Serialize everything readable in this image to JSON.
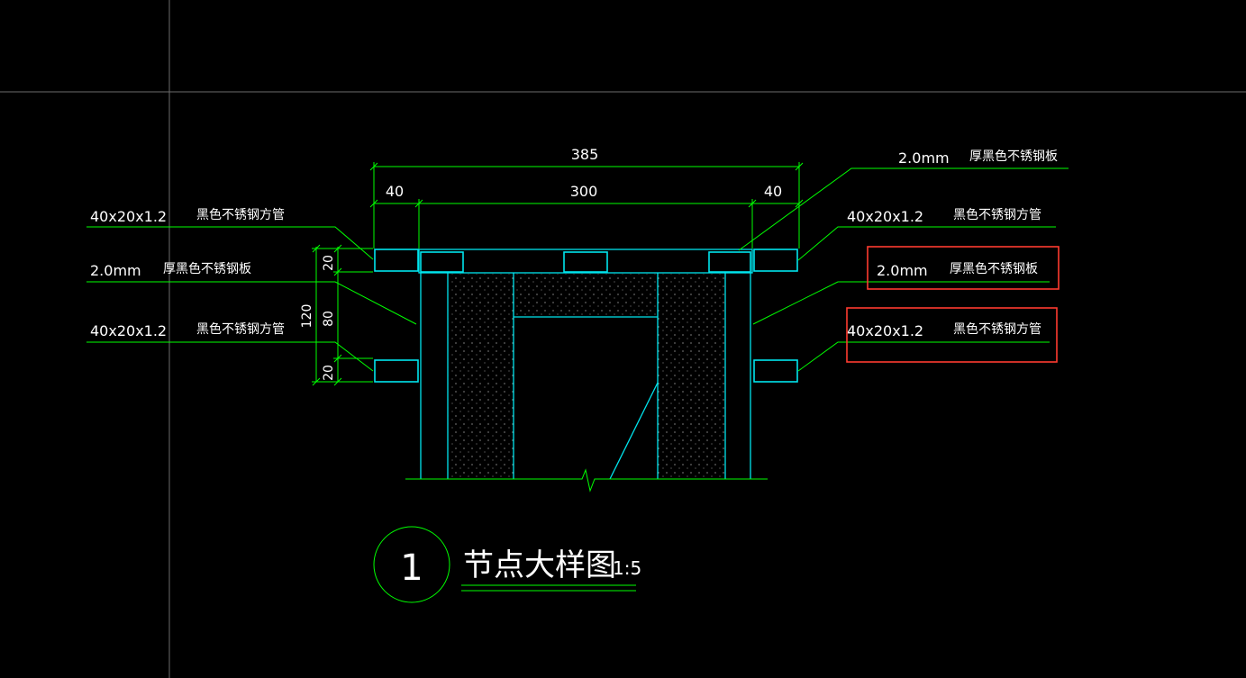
{
  "title": {
    "number": "1",
    "text": "节点大样图",
    "scale": "1:5"
  },
  "dimensions": {
    "overall": "385",
    "left": "40",
    "middle": "300",
    "right": "40",
    "side_top": "20",
    "side_mid": "80",
    "side_bottom": "20",
    "side_total": "120"
  },
  "labels": {
    "left_top_spec": "40x20x1.2",
    "left_top_desc": "黑色不锈钢方管",
    "left_mid_spec": "2.0mm",
    "left_mid_desc": "厚黑色不锈钢板",
    "left_bot_spec": "40x20x1.2",
    "left_bot_desc": "黑色不锈钢方管",
    "right_top_spec": "2.0mm",
    "right_top_desc": "厚黑色不锈钢板",
    "right_2_spec": "40x20x1.2",
    "right_2_desc": "黑色不锈钢方管",
    "right_3_spec": "2.0mm",
    "right_3_desc": "厚黑色不锈钢板",
    "right_4_spec": "40x20x1.2",
    "right_4_desc": "黑色不锈钢方管"
  },
  "colors": {
    "background": "#000000",
    "leader": "#00ff00",
    "outline": "#00e5ee",
    "text": "#ffffff",
    "highlight": "#ff3b30"
  }
}
